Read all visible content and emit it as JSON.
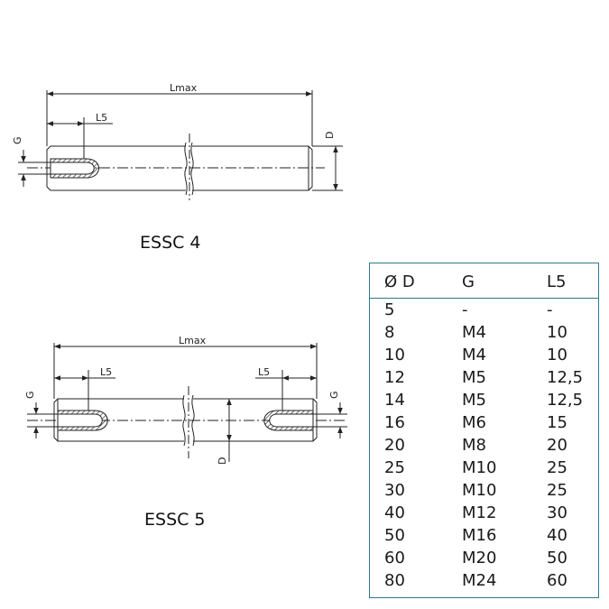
{
  "drawing_top": {
    "caption": "ESSC 4",
    "label_lmax": "Lmax",
    "label_l5": "L5",
    "label_g": "G",
    "label_d": "D"
  },
  "drawing_bottom": {
    "caption": "ESSC 5",
    "label_lmax": "Lmax",
    "label_l5_left": "L5",
    "label_l5_right": "L5",
    "label_g_left": "G",
    "label_g_right": "G",
    "label_d": "D"
  },
  "table": {
    "headers": [
      "Ø D",
      "G",
      "L5"
    ],
    "rows": [
      [
        "5",
        "-",
        "-"
      ],
      [
        "8",
        "M4",
        "10"
      ],
      [
        "10",
        "M4",
        "10"
      ],
      [
        "12",
        "M5",
        "12,5"
      ],
      [
        "14",
        "M5",
        "12,5"
      ],
      [
        "16",
        "M6",
        "15"
      ],
      [
        "20",
        "M8",
        "20"
      ],
      [
        "25",
        "M10",
        "25"
      ],
      [
        "30",
        "M10",
        "25"
      ],
      [
        "40",
        "M12",
        "30"
      ],
      [
        "50",
        "M16",
        "40"
      ],
      [
        "60",
        "M20",
        "50"
      ],
      [
        "80",
        "M24",
        "60"
      ]
    ]
  },
  "colors": {
    "line": "#222222",
    "table_border": "#2e7a8a",
    "hatch": "#333333"
  }
}
